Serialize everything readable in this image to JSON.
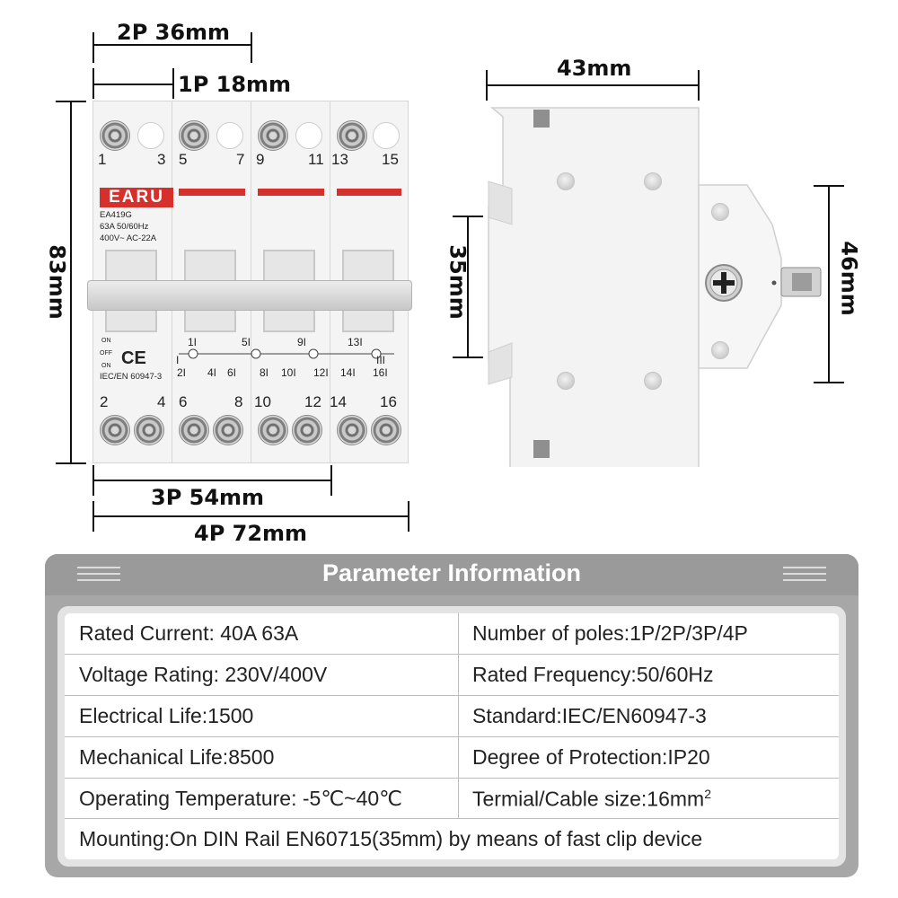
{
  "dimensions": {
    "width_2p": "2P 36mm",
    "width_1p": "1P 18mm",
    "width_3p": "3P 54mm",
    "width_4p": "4P 72mm",
    "height": "83mm",
    "depth": "43mm",
    "rail": "35mm",
    "front": "46mm"
  },
  "breaker": {
    "brand": "EARU",
    "model": "EA419G",
    "rating_line1": "63A 50/60Hz",
    "rating_line2": "400V~  AC-22A",
    "ce_mark": "CE",
    "standard": "IEC/EN 60947-3",
    "pos_on_top": "ON",
    "pos_off": "OFF",
    "pos_on_bottom": "ON",
    "top_terminals": [
      "1",
      "3",
      "5",
      "7",
      "9",
      "11",
      "13",
      "15"
    ],
    "bottom_terminals": [
      "2",
      "4",
      "6",
      "8",
      "10",
      "12",
      "14",
      "16"
    ],
    "schematic_top": [
      "1I",
      "5I",
      "9I",
      "13I"
    ],
    "schematic_bottom": [
      "2I",
      "4I",
      "6I",
      "8I",
      "10I",
      "12I",
      "14I",
      "16I"
    ],
    "schematic_I": "I",
    "schematic_III": "III"
  },
  "panel": {
    "title": "Parameter Information",
    "rows": [
      {
        "left": "Rated Current: 40A 63A",
        "right": "Number of poles:1P/2P/3P/4P"
      },
      {
        "left": "Voltage Rating: 230V/400V",
        "right": "Rated Frequency:50/60Hz"
      },
      {
        "left": "Electrical Life:1500",
        "right": "Standard:IEC/EN60947-3"
      },
      {
        "left": "Mechanical Life:8500",
        "right": "Degree of Protection:IP20"
      },
      {
        "left": "Operating Temperature: -5℃~40℃",
        "right": "Termial/Cable size:16mm",
        "right_sup": "2"
      }
    ],
    "mounting": "Mounting:On DIN Rail EN60715(35mm) by means of fast clip device"
  }
}
